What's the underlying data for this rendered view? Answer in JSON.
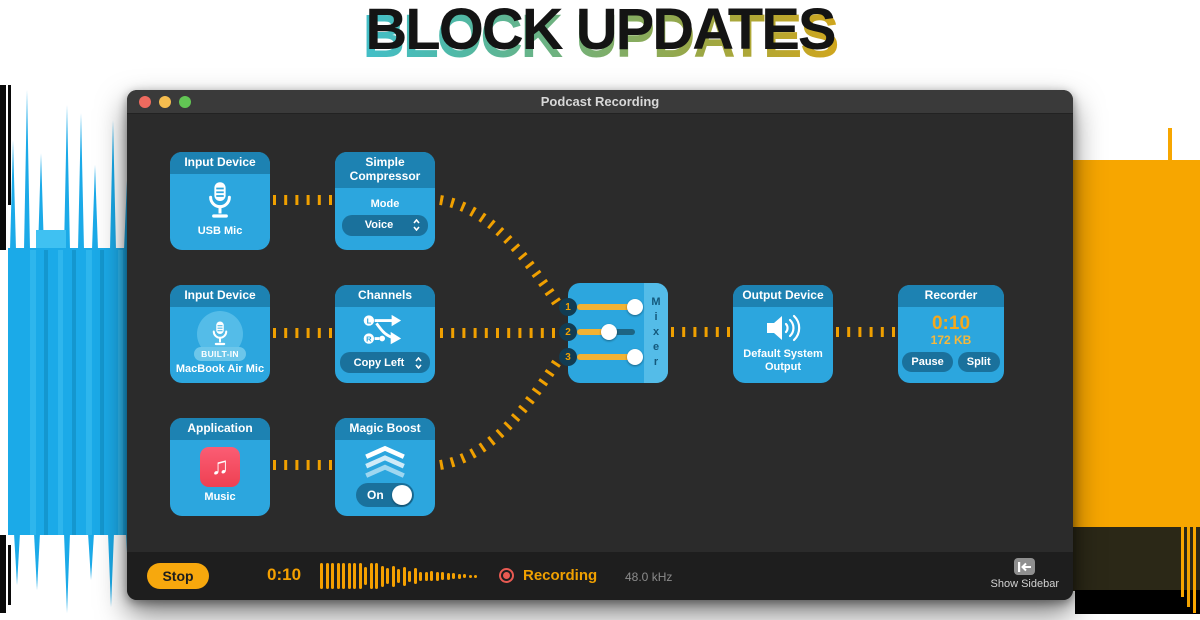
{
  "page": {
    "title": "BLOCK UPDATES"
  },
  "window": {
    "title": "Podcast Recording",
    "blocks": {
      "usb_input": {
        "header": "Input Device",
        "label": "USB Mic"
      },
      "compressor": {
        "header": "Simple Compressor",
        "field_label": "Mode",
        "dropdown_value": "Voice"
      },
      "builtin_input": {
        "header": "Input Device",
        "badge": "BUILT-IN",
        "label": "MacBook Air Mic"
      },
      "channels": {
        "header": "Channels",
        "dropdown_value": "Copy Left"
      },
      "application": {
        "header": "Application",
        "label": "Music"
      },
      "magic_boost": {
        "header": "Magic Boost",
        "toggle_label": "On",
        "toggle_state": "on"
      },
      "mixer": {
        "label": "Mixer",
        "ports": [
          "1",
          "2",
          "3"
        ],
        "sliders": [
          100,
          55,
          100
        ]
      },
      "output": {
        "header": "Output Device",
        "label": "Default System Output"
      },
      "recorder": {
        "header": "Recorder",
        "time": "0:10",
        "size": "172 KB",
        "buttons": [
          "Pause",
          "Split"
        ]
      }
    },
    "statusbar": {
      "stop_label": "Stop",
      "time": "0:10",
      "recording_label": "Recording",
      "sample_rate": "48.0 kHz",
      "show_sidebar_label": "Show Sidebar",
      "waveform": [
        26,
        26,
        26,
        26,
        26,
        26,
        26,
        26,
        18,
        26,
        26,
        21,
        16,
        21,
        14,
        19,
        11,
        16,
        9,
        9,
        10,
        9,
        8,
        7,
        6,
        5,
        4,
        3,
        3
      ]
    }
  },
  "colors": {
    "accent_orange": "#F5A000",
    "block_blue": "#2CA6DE",
    "block_header_blue": "#1D82B2",
    "control_blue": "#1A719C",
    "light_blue": "#54BCE8",
    "record_red": "#E85A52",
    "art_blue": "#1BAAE8",
    "art_orange": "#F7A600"
  }
}
